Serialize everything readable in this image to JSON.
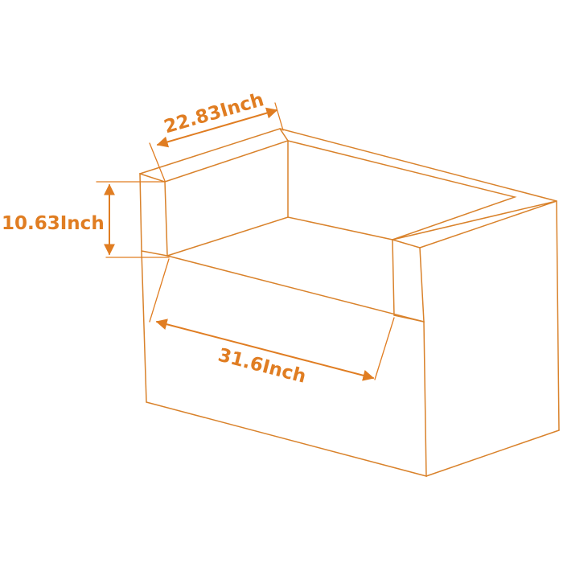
{
  "colors": {
    "outline": "#d9822b",
    "dimension": "#e07d22",
    "background": "#ffffff"
  },
  "dimensions": {
    "depth": "22.83Inch",
    "arm_height": "10.63Inch",
    "seat_width": "31.6Inch"
  }
}
